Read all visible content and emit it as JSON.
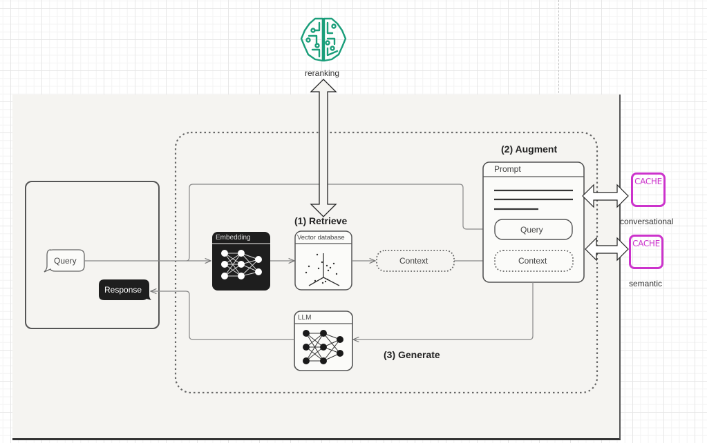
{
  "diagram": {
    "title_steps": {
      "retrieve": "(1) Retrieve",
      "augment": "(2) Augment",
      "generate": "(3) Generate"
    },
    "user_box": {
      "query_bubble": "Query",
      "response_bubble": "Response"
    },
    "components": {
      "embedding": "Embedding",
      "vector_database": "Vector database",
      "context_node": "Context",
      "llm": "LLM",
      "prompt": {
        "header": "Prompt",
        "query_slot": "Query",
        "context_slot": "Context"
      }
    },
    "reranking": {
      "label": "reranking",
      "icon": "brain-circuit-icon",
      "color": "#1a9e7a"
    },
    "caches": [
      {
        "badge": "CACHE",
        "label": "conversational"
      },
      {
        "badge": "CACHE",
        "label": "semantic"
      }
    ],
    "colors": {
      "cache_accent": "#cc33cc",
      "panel_background": "#f5f4f1",
      "stroke": "#555555",
      "dark_fill": "#1e1e1e"
    }
  }
}
